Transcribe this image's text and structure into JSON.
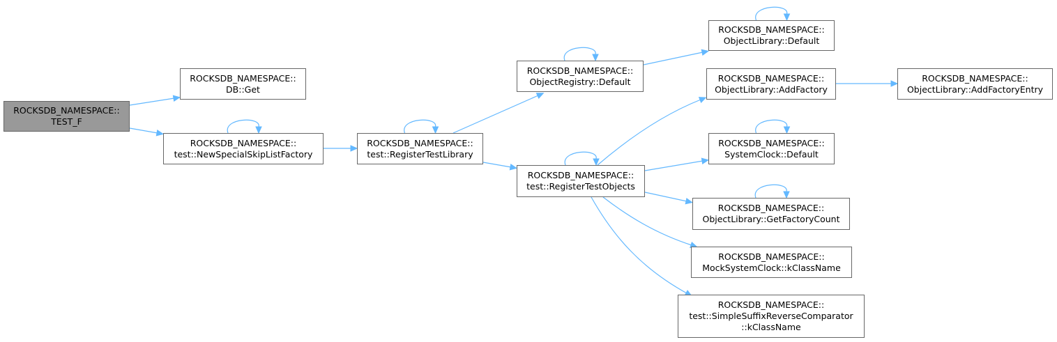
{
  "graph": {
    "nodes": [
      {
        "id": "test_f",
        "lines": [
          "ROCKSDB_NAMESPACE::",
          "TEST_F"
        ],
        "root": true
      },
      {
        "id": "db_get",
        "lines": [
          "ROCKSDB_NAMESPACE::",
          "DB::Get"
        ]
      },
      {
        "id": "new_skip_list",
        "lines": [
          "ROCKSDB_NAMESPACE::",
          "test::NewSpecialSkipListFactory"
        ]
      },
      {
        "id": "register_test_library",
        "lines": [
          "ROCKSDB_NAMESPACE::",
          "test::RegisterTestLibrary"
        ]
      },
      {
        "id": "object_registry_default",
        "lines": [
          "ROCKSDB_NAMESPACE::",
          "ObjectRegistry::Default"
        ]
      },
      {
        "id": "object_library_default",
        "lines": [
          "ROCKSDB_NAMESPACE::",
          "ObjectLibrary::Default"
        ]
      },
      {
        "id": "register_test_objects",
        "lines": [
          "ROCKSDB_NAMESPACE::",
          "test::RegisterTestObjects"
        ]
      },
      {
        "id": "add_factory",
        "lines": [
          "ROCKSDB_NAMESPACE::",
          "ObjectLibrary::AddFactory"
        ]
      },
      {
        "id": "add_factory_entry",
        "lines": [
          "ROCKSDB_NAMESPACE::",
          "ObjectLibrary::AddFactoryEntry"
        ]
      },
      {
        "id": "system_clock_default",
        "lines": [
          "ROCKSDB_NAMESPACE::",
          "SystemClock::Default"
        ]
      },
      {
        "id": "get_factory_count",
        "lines": [
          "ROCKSDB_NAMESPACE::",
          "ObjectLibrary::GetFactoryCount"
        ]
      },
      {
        "id": "mock_clock_kclassname",
        "lines": [
          "ROCKSDB_NAMESPACE::",
          "MockSystemClock::kClassName"
        ]
      },
      {
        "id": "suffix_comparator_kclassname",
        "lines": [
          "ROCKSDB_NAMESPACE::",
          "test::SimpleSuffixReverseComparator",
          "::kClassName"
        ]
      }
    ],
    "edges": [
      {
        "from": "test_f",
        "to": "db_get"
      },
      {
        "from": "test_f",
        "to": "new_skip_list"
      },
      {
        "from": "new_skip_list",
        "to": "new_skip_list"
      },
      {
        "from": "new_skip_list",
        "to": "register_test_library"
      },
      {
        "from": "register_test_library",
        "to": "register_test_library"
      },
      {
        "from": "register_test_library",
        "to": "object_registry_default"
      },
      {
        "from": "register_test_library",
        "to": "register_test_objects"
      },
      {
        "from": "object_registry_default",
        "to": "object_registry_default"
      },
      {
        "from": "object_registry_default",
        "to": "object_library_default"
      },
      {
        "from": "object_library_default",
        "to": "object_library_default"
      },
      {
        "from": "register_test_objects",
        "to": "register_test_objects"
      },
      {
        "from": "register_test_objects",
        "to": "add_factory"
      },
      {
        "from": "register_test_objects",
        "to": "system_clock_default"
      },
      {
        "from": "register_test_objects",
        "to": "get_factory_count"
      },
      {
        "from": "register_test_objects",
        "to": "mock_clock_kclassname"
      },
      {
        "from": "register_test_objects",
        "to": "suffix_comparator_kclassname"
      },
      {
        "from": "add_factory",
        "to": "add_factory_entry"
      },
      {
        "from": "system_clock_default",
        "to": "system_clock_default"
      },
      {
        "from": "get_factory_count",
        "to": "get_factory_count"
      }
    ],
    "colors": {
      "edge": "#63b8ff",
      "border": "#666666",
      "root_fill": "#999999"
    }
  }
}
